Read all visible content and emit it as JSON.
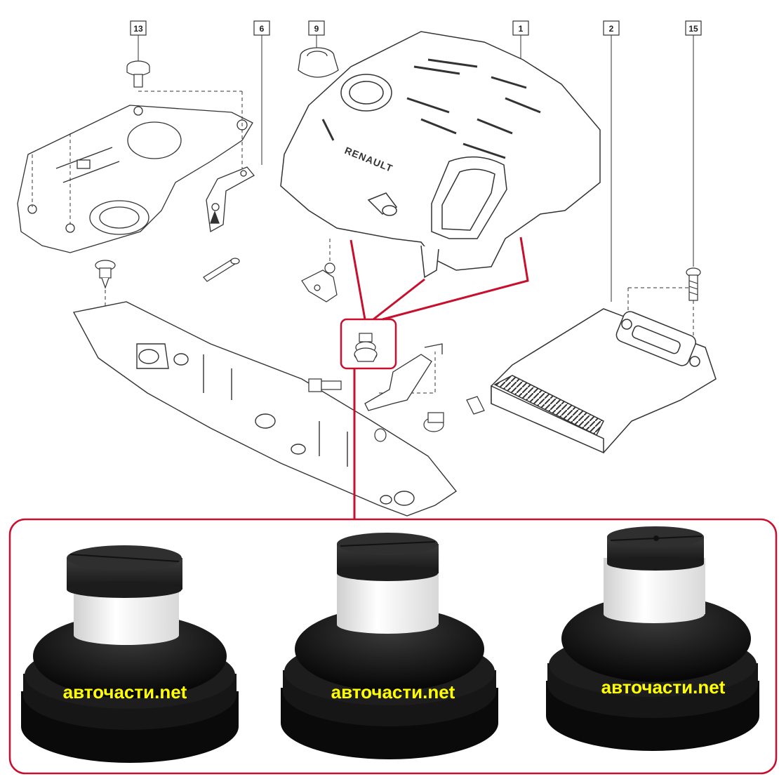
{
  "diagram": {
    "callouts": [
      "13",
      "6",
      "9",
      "1",
      "2",
      "15"
    ],
    "brand_label": "RENAULT",
    "colors": {
      "highlight": "#c8102e",
      "line": "#333333",
      "watermark": "#ffff00"
    }
  },
  "photo": {
    "watermark": "авточасти.net"
  }
}
